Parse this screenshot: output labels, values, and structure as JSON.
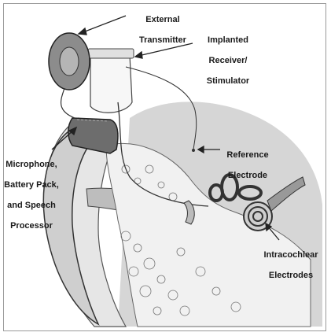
{
  "labels": {
    "external_transmitter": [
      "External",
      "Transmitter"
    ],
    "implanted_receiver": [
      "Implanted",
      "Receiver/",
      "Stimulator"
    ],
    "reference_electrode": [
      "Reference",
      "Electrode"
    ],
    "microphone_pack": [
      "Microphone,",
      "Battery Pack,",
      "and Speech",
      "Processor"
    ],
    "intracochlear_electrodes": [
      "Intracochlear",
      "Electrodes"
    ]
  }
}
